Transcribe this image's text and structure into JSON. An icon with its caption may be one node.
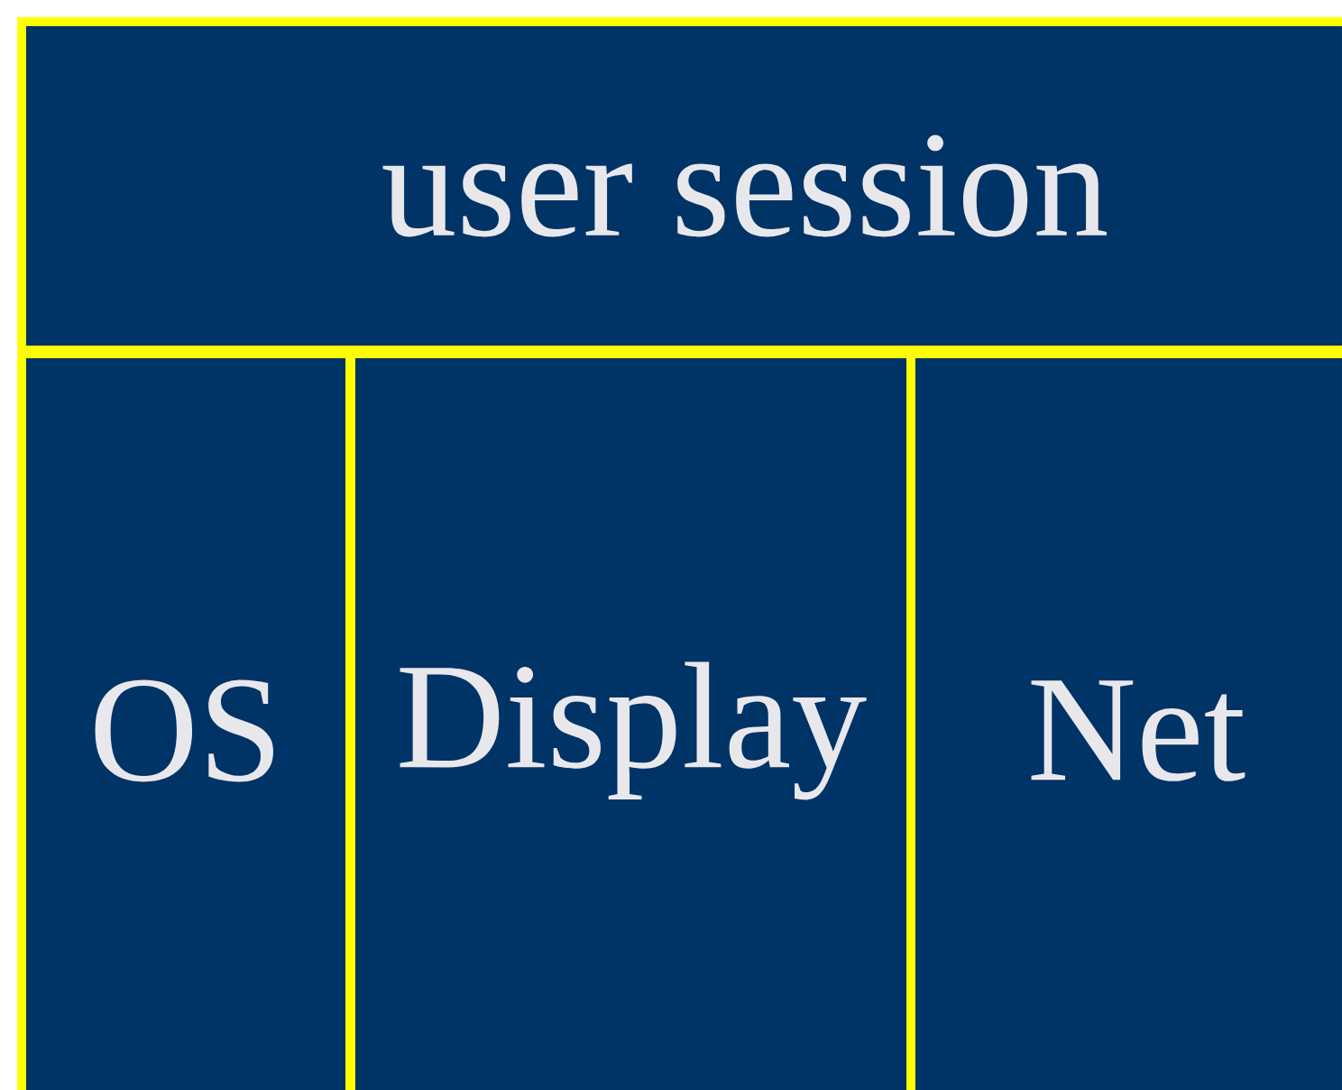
{
  "diagram": {
    "nodes": [
      {
        "text": [
          "user session"
        ]
      },
      {
        "text": [
          "OS"
        ]
      },
      {
        "text": [
          "Display"
        ]
      },
      {
        "text": [
          "Net"
        ]
      }
    ]
  }
}
